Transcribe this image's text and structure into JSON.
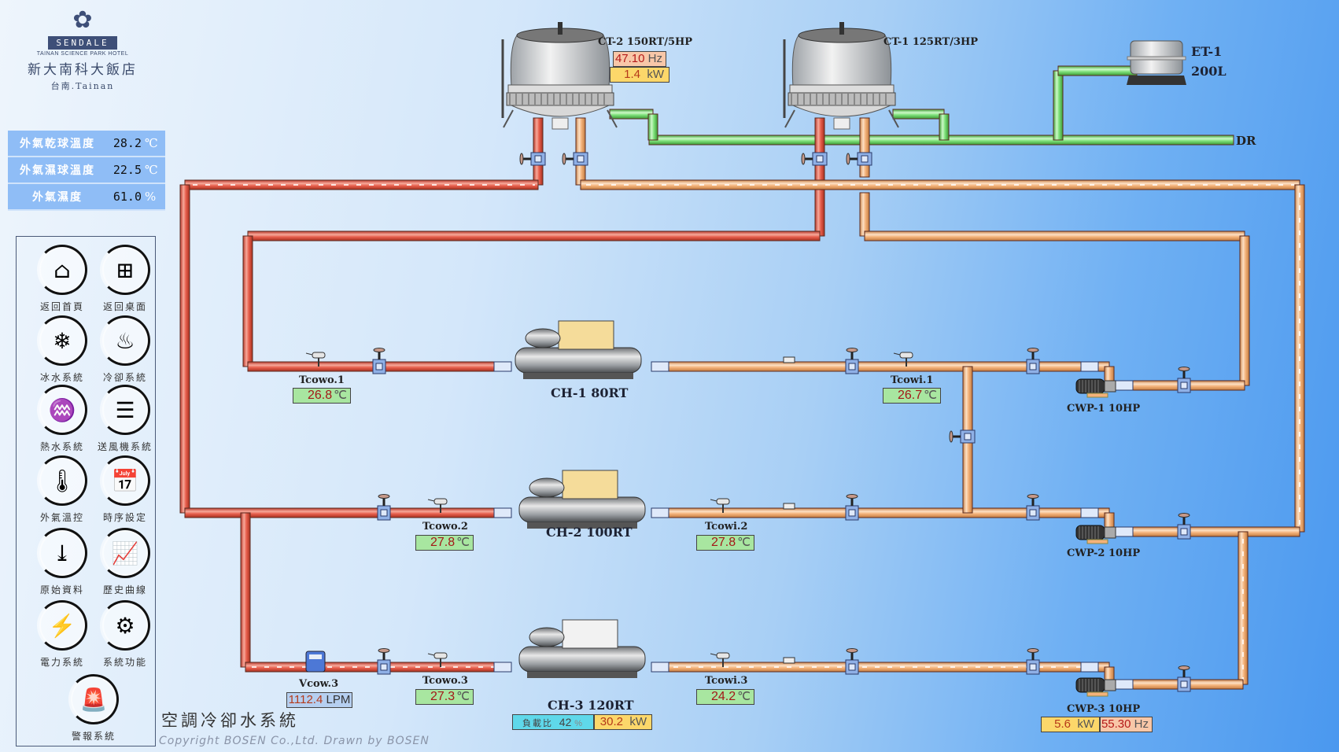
{
  "logo": {
    "brand": "SENDALE",
    "subtitle": "TAINAN SCIENCE PARK HOTEL",
    "name_cn": "新大南科大飯店",
    "city": "台南.Tainan"
  },
  "weather": [
    {
      "label": "外氣乾球溫度",
      "value": "28.2",
      "unit": "℃"
    },
    {
      "label": "外氣濕球溫度",
      "value": "22.5",
      "unit": "℃"
    },
    {
      "label": "外氣濕度",
      "value": "61.0",
      "unit": "%"
    }
  ],
  "nav": [
    {
      "label": "返回首頁",
      "icon": "home-icon",
      "glyph": "⌂"
    },
    {
      "label": "返回桌面",
      "icon": "windows-icon",
      "glyph": "⊞"
    },
    {
      "label": "冰水系統",
      "icon": "chiller-icon",
      "glyph": "❄"
    },
    {
      "label": "冷卻系統",
      "icon": "cooling-tower-icon",
      "glyph": "♨"
    },
    {
      "label": "熱水系統",
      "icon": "water-heater-icon",
      "glyph": "♒"
    },
    {
      "label": "送風機系統",
      "icon": "air-conditioner-icon",
      "glyph": "☰"
    },
    {
      "label": "外氣溫控",
      "icon": "thermometer-icon",
      "glyph": "🌡"
    },
    {
      "label": "時序設定",
      "icon": "calendar-clock-icon",
      "glyph": "📅"
    },
    {
      "label": "原始資料",
      "icon": "file-download-icon",
      "glyph": "⤓"
    },
    {
      "label": "歷史曲線",
      "icon": "line-chart-icon",
      "glyph": "📈"
    },
    {
      "label": "電力系統",
      "icon": "power-panel-icon",
      "glyph": "⚡"
    },
    {
      "label": "系統功能",
      "icon": "gear-hand-icon",
      "glyph": "⚙"
    },
    {
      "label": "警報系統",
      "icon": "alarm-siren-icon",
      "glyph": "🚨"
    }
  ],
  "cooling_towers": [
    {
      "id": "CT-2",
      "label": "CT-2 150RT/5HP",
      "frequency": "47.10",
      "freq_unit": "Hz",
      "power": "1.4",
      "power_unit": "kW"
    },
    {
      "id": "CT-1",
      "label": "CT-1 125RT/3HP"
    }
  ],
  "expansion_tank": {
    "line1": "ET-1",
    "line2": "200L"
  },
  "drain_label": "DR",
  "chillers": [
    {
      "label": "CH-1 80RT"
    },
    {
      "label": "CH-2 100RT"
    },
    {
      "label": "CH-3 120RT",
      "load_label": "負載比",
      "load": "42",
      "load_unit": "%",
      "power": "30.2",
      "power_unit": "kW"
    }
  ],
  "sensors": [
    {
      "name": "Tcowo.1",
      "value": "26.8",
      "unit": "℃"
    },
    {
      "name": "Tcowi.1",
      "value": "26.7",
      "unit": "℃"
    },
    {
      "name": "Tcowo.2",
      "value": "27.8",
      "unit": "℃"
    },
    {
      "name": "Tcowi.2",
      "value": "27.8",
      "unit": "℃"
    },
    {
      "name": "Tcowo.3",
      "value": "27.3",
      "unit": "℃"
    },
    {
      "name": "Tcowi.3",
      "value": "24.2",
      "unit": "℃"
    }
  ],
  "flow_meter": {
    "name": "Vcow.3",
    "value": "1112.4",
    "unit": "LPM"
  },
  "pumps": [
    {
      "label": "CWP-1 10HP"
    },
    {
      "label": "CWP-2 10HP"
    },
    {
      "label": "CWP-3 10HP",
      "power": "5.6",
      "power_unit": "kW",
      "frequency": "55.30",
      "freq_unit": "Hz"
    }
  ],
  "page_title": "空調冷卻水系統",
  "copyright": "Copyright BOSEN Co.,Ltd. Drawn by BOSEN",
  "colors": {
    "hot_pipe": "#e8604e",
    "warm_pipe": "#f4b27a",
    "makeup_pipe": "#7ee07a",
    "sensor_bg": "#a8e6a0",
    "hz_bg": "#f8c7a8",
    "kw_bg": "#fcd76a",
    "load_bg": "#5fd8ea"
  }
}
